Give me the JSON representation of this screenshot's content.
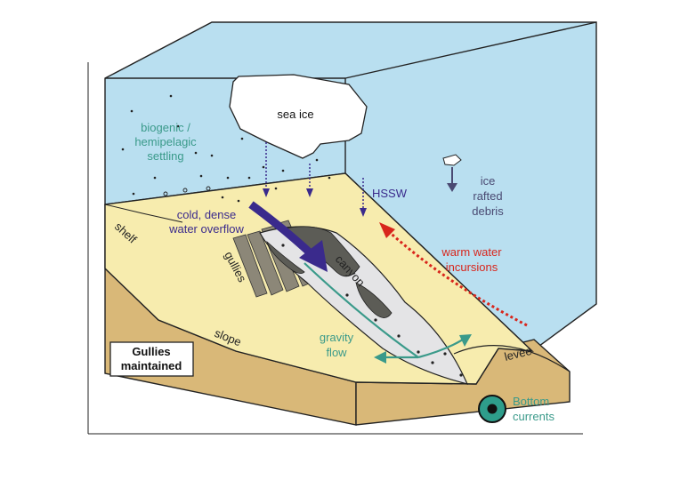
{
  "labels": {
    "sea_ice": "sea ice",
    "biogenic_line1": "biogenic /",
    "biogenic_line2": "hemipelagic",
    "biogenic_line3": "settling",
    "hssw": "HSSW",
    "ice_rafted_line1": "ice",
    "ice_rafted_line2": "rafted",
    "ice_rafted_line3": "debris",
    "cold_dense_line1": "cold, dense",
    "cold_dense_line2": "water overflow",
    "warm_water_line1": "warm water",
    "warm_water_line2": "incursions",
    "shelf": "shelf",
    "gullies": "gullies",
    "canyon": "canyon",
    "slope": "slope",
    "gravity_line1": "gravity",
    "gravity_line2": "flow",
    "levee": "levee",
    "status_box_line1": "Gullies",
    "status_box_line2": "maintained",
    "legend_line1": "Bottom",
    "legend_line2": "currents"
  },
  "colors": {
    "water": "#b9dff0",
    "seafloor_top": "#f7ecae",
    "sediment_side": "#d9b878",
    "canyon_fill": "#e4e4e6",
    "canyon_wall": "#5c5c56",
    "gully": "#8c8778",
    "teal": "#3a9a8a",
    "purple": "#3a2a8c",
    "red": "#d8261c",
    "legend_ring": "#2e9d8b"
  }
}
